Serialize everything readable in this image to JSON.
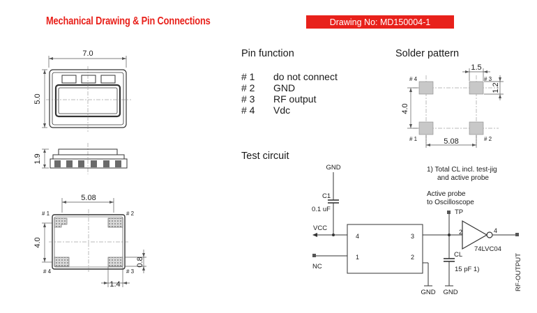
{
  "header": {
    "title": "Mechanical Drawing & Pin Connections",
    "drawing_no": "Drawing No: MD150004-1"
  },
  "drawing": {
    "width_label": "7.0",
    "height_label": "5.0",
    "thickness_label": "1.9",
    "pitch_label": "5.08",
    "pad_span_label": "4.0",
    "pad_w_label": "1.4",
    "pad_h_label": "0.8",
    "pin1": "# 1",
    "pin2": "# 2",
    "pin3": "# 3",
    "pin4": "# 4"
  },
  "pin_function": {
    "heading": "Pin  function",
    "pins": [
      {
        "num": "# 1",
        "fn": "do not connect"
      },
      {
        "num": "# 2",
        "fn": "GND"
      },
      {
        "num": "# 3",
        "fn": "RF output"
      },
      {
        "num": "# 4",
        "fn": "Vdc"
      }
    ]
  },
  "solder_pattern": {
    "heading": "Solder pattern",
    "pad_w_label": "1.5",
    "pad_h_label": "1.2",
    "span_label": "4.0",
    "pitch_label": "5.08",
    "pin1": "# 1",
    "pin2": "# 2",
    "pin3": "# 3",
    "pin4": "# 4"
  },
  "test_circuit": {
    "heading": "Test circuit",
    "note1_line1": "1) Total CL incl. test-jig",
    "note1_line2": "and active probe",
    "probe_line1": "Active probe",
    "probe_line2": "to Oscilloscope",
    "gnd_top": "GND",
    "c1": "C1",
    "c1_value": "0.1 uF",
    "vcc": "VCC",
    "nc": "NC",
    "tp": "TP",
    "pin_4": "4",
    "pin_3": "3",
    "pin_1": "1",
    "pin_2": "2",
    "buf_in": "2",
    "buf_out": "4",
    "buffer": "74LVC04",
    "cl": "CL",
    "cl_value": "15 pF 1)",
    "gnd_bottom_1": "GND",
    "gnd_bottom_2": "GND",
    "rf_output": "RF-OUTPUT"
  }
}
